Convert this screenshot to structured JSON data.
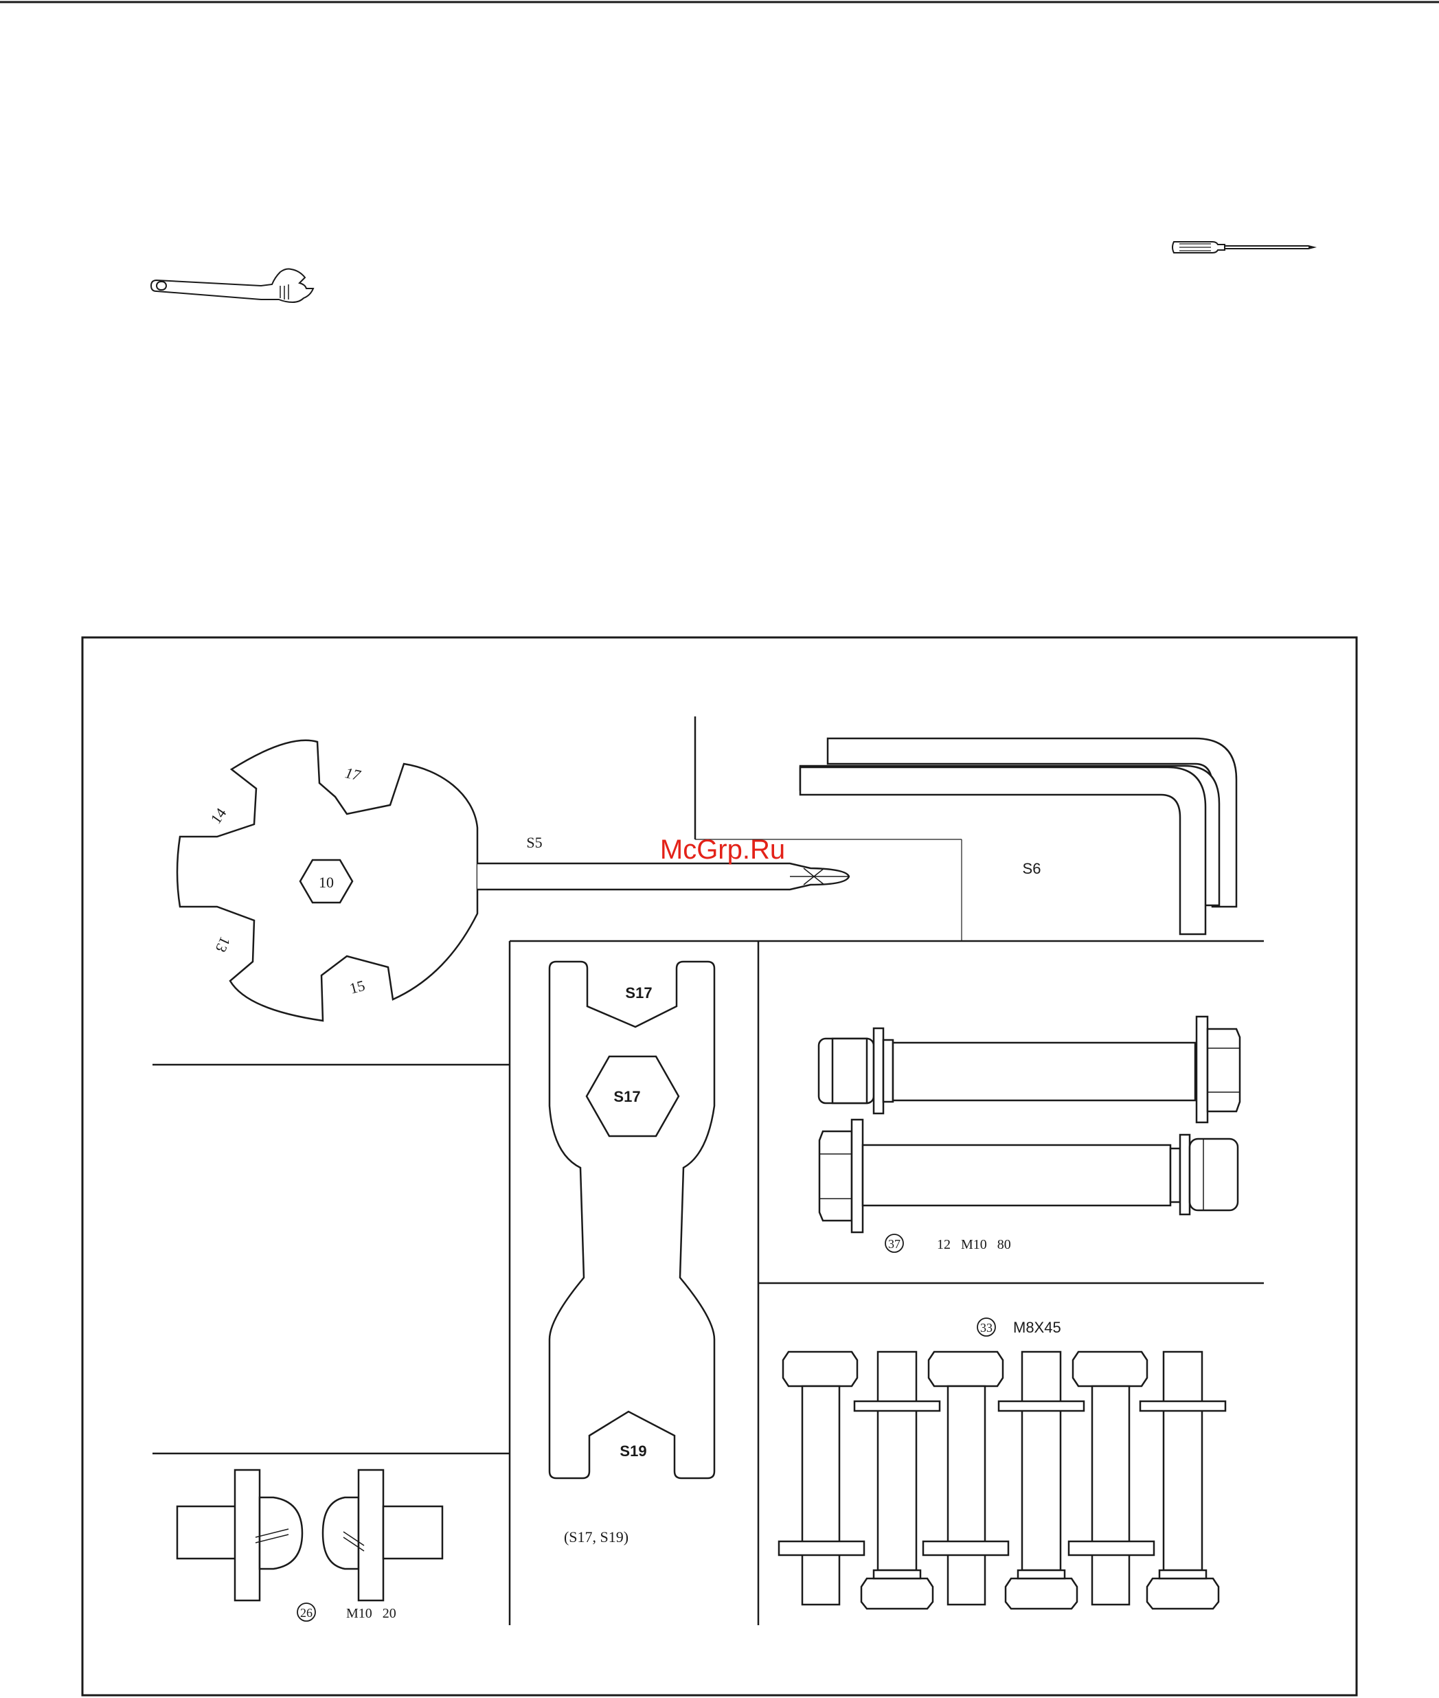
{
  "watermark": "McGrp.Ru",
  "colors": {
    "ink": "#1a1a1a",
    "watermark": "#e32219",
    "paper": "#ffffff"
  },
  "icons": [
    "adjustable-wrench-icon",
    "screwdriver-icon"
  ],
  "multi_wrench": {
    "center_hex": "10",
    "sizes": [
      "17",
      "14",
      "13",
      "15"
    ],
    "screwdriver_label": "S5"
  },
  "allen_keys": {
    "label": "S6"
  },
  "flat_wrench": {
    "top_label": "S17",
    "hex_label": "S17",
    "bottom_label": "S19",
    "caption": "(S17, S19)"
  },
  "bolt_37": {
    "number": "37",
    "spec": "12   M10   80"
  },
  "bolt_33": {
    "number": "33",
    "spec": "M8X45"
  },
  "bolt_26": {
    "number": "26",
    "spec": "M10   20"
  }
}
